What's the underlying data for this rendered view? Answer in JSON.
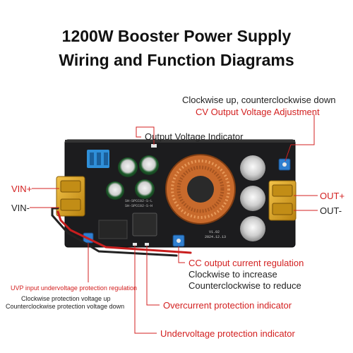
{
  "title": {
    "line1": "1200W Booster Power Supply",
    "line2": "Wiring and Function Diagrams"
  },
  "labels": {
    "cv_hint": "Clockwise up, counterclockwise down",
    "cv_adjust": "CV Output Voltage Adjustment",
    "output_voltage_indicator": "Output Voltage Indicator",
    "vin_plus": "VIN+",
    "vin_minus": "VIN-",
    "out_plus": "OUT+",
    "out_minus": "OUT-",
    "cc_title": "CC output current regulation",
    "cc_line1": "Clockwise to increase",
    "cc_line2": "Counterclockwise to reduce",
    "uvp_title": "UVP input undervoltage protection regulation",
    "uvp_line1": "Clockwise protection voltage up",
    "uvp_line2": "Counterclockwise protection voltage down",
    "overcurrent": "Overcurrent protection indicator",
    "undervoltage": "Undervoltage protection indicator"
  },
  "board": {
    "version": "V1.02",
    "date": "2024.12.13",
    "silk1": "SH-SPCC02-S-L",
    "silk2": "SH-SPCC02-S-H"
  },
  "colors": {
    "accent_red": "#d32020",
    "pcb": "#1c1c1e",
    "terminal": "#d9a21b",
    "copper": "#c86a2c"
  }
}
